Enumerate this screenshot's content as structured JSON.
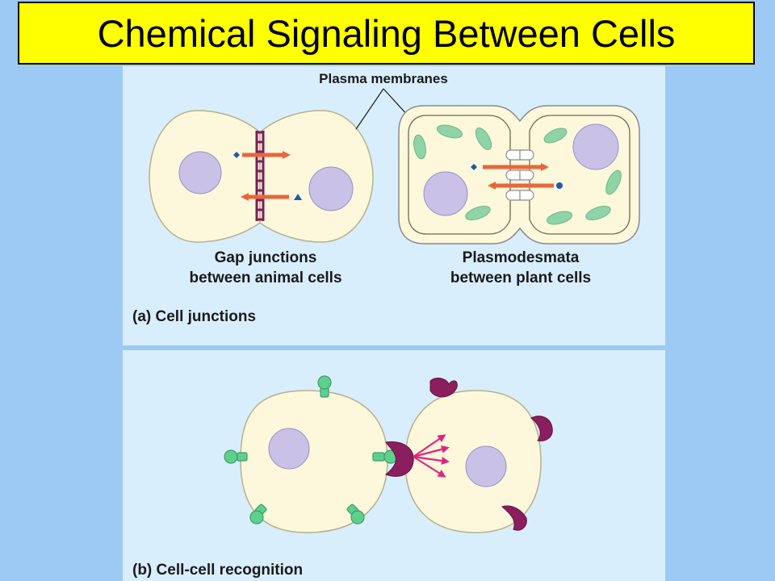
{
  "title": "Chemical Signaling Between Cells",
  "panel_a": {
    "plasma_membranes_label": "Plasma membranes",
    "gap_junctions_line1": "Gap junctions",
    "gap_junctions_line2": "between animal cells",
    "plasmodesmata_line1": "Plasmodesmata",
    "plasmodesmata_line2": "between plant cells",
    "caption": "(a) Cell junctions"
  },
  "panel_b": {
    "caption": "(b) Cell-cell recognition"
  },
  "colors": {
    "slide_background": "#9ccaf5",
    "title_background": "#ffff00",
    "panel_background": "#d9eefc",
    "cytoplasm": "#fdf8dc",
    "nucleus": "#c9c1e6",
    "arrow": "#e8673a",
    "junction": "#7a1f5c",
    "chloroplast": "#8fd3a6",
    "signal_arrows": "#e0267d",
    "receptor": "#8b1f5e",
    "surface_molecule": "#5fcf8e"
  }
}
